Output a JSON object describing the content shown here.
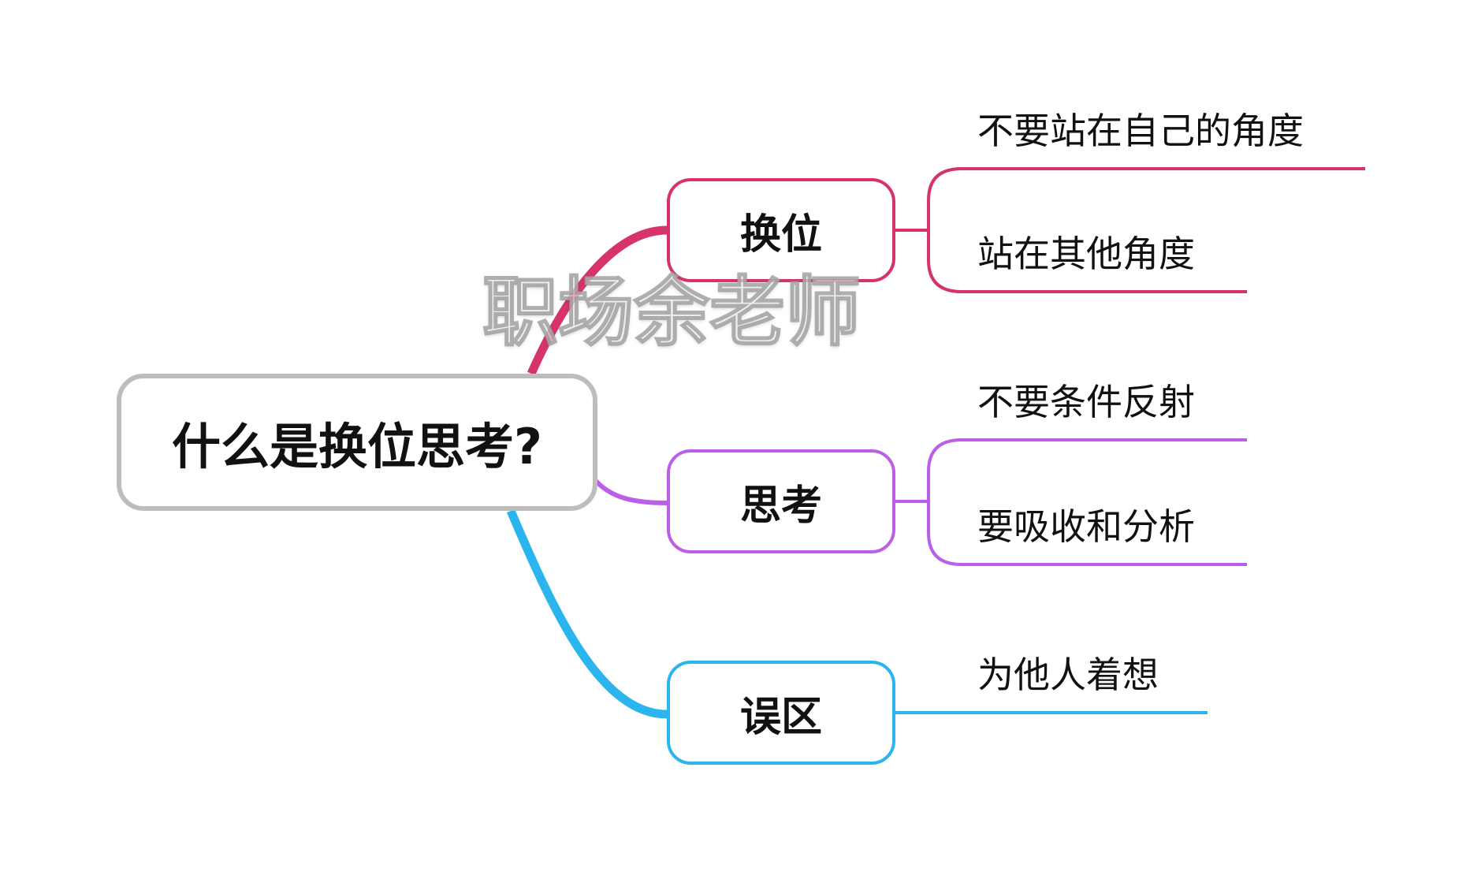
{
  "root": {
    "label": "什么是换位思考?"
  },
  "branches": [
    {
      "label": "换位",
      "color": "#d6336c",
      "leaves": [
        "不要站在自己的角度",
        "站在其他角度"
      ]
    },
    {
      "label": "思考",
      "color": "#bb5ee8",
      "leaves": [
        "不要条件反射",
        "要吸收和分析"
      ]
    },
    {
      "label": "误区",
      "color": "#2bb5ee",
      "leaves": [
        "为他人着想"
      ]
    }
  ],
  "watermark": "职场余老师"
}
